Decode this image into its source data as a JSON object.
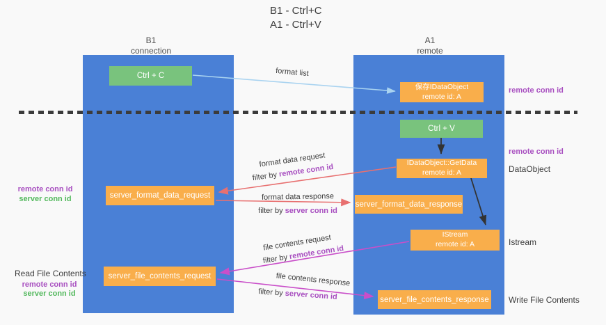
{
  "title": {
    "line1": "B1 - Ctrl+C",
    "line2": "A1 - Ctrl+V"
  },
  "lanes": {
    "b1": {
      "name": "B1",
      "subtitle": "connection"
    },
    "a1": {
      "name": "A1",
      "subtitle": "remote"
    }
  },
  "nodes": {
    "ctrl_c": {
      "label": "Ctrl + C"
    },
    "save_idataobject": {
      "line1": "保存IDataObject",
      "line2": "remote id: A"
    },
    "ctrl_v": {
      "label": "Ctrl + V"
    },
    "getdata": {
      "line1": "IDataObject::GetData",
      "line2": "remote id: A"
    },
    "format_request": {
      "label": "server_format_data_request"
    },
    "format_response": {
      "label": "server_format_data_response"
    },
    "istream": {
      "line1": "IStream",
      "line2": "remote id: A"
    },
    "file_request": {
      "label": "server_file_contents_request"
    },
    "file_response": {
      "label": "server_file_contents_response"
    }
  },
  "edges": {
    "format_list": {
      "label": "format list"
    },
    "format_request": {
      "label": "format data request",
      "filter_prefix": "filter by ",
      "filter_key": "remote conn id"
    },
    "format_response": {
      "label": "format data response",
      "filter_prefix": "filter by ",
      "filter_key": "server conn id"
    },
    "file_request": {
      "label": "file contents request",
      "filter_prefix": "filter by ",
      "filter_key": "remote conn id"
    },
    "file_response": {
      "label": "file contents response",
      "filter_prefix": "filter by ",
      "filter_key": "server conn id"
    }
  },
  "side_labels": {
    "left_format_remote": "remote conn id",
    "left_format_server": "server conn id",
    "left_file_title": "Read File Contents",
    "left_file_remote": "remote conn id",
    "left_file_server": "server conn id",
    "right_top_remote": "remote conn id",
    "right_ctrlv_remote": "remote conn id",
    "right_dataobject": "DataObject",
    "right_istream": "Istream",
    "right_write": "Write File Contents"
  },
  "colors": {
    "lane_blue": "#4a80d6",
    "box_green": "#79c37d",
    "box_orange": "#f9ae4b",
    "arrow_lightblue": "#a9d3f0",
    "arrow_black": "#333333",
    "arrow_salmon": "#e87070",
    "arrow_magenta": "#c94fc9",
    "label_purple": "#a84fc0",
    "label_green": "#52b85c",
    "background": "#f9f9f9"
  }
}
